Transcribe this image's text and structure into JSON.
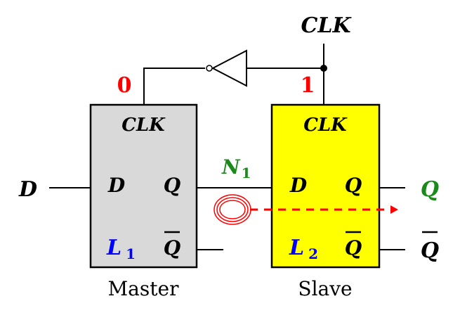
{
  "clock_label": "CLK",
  "master": {
    "name": "Master",
    "clk": "CLK",
    "d": "D",
    "q": "Q",
    "qbar": "Q",
    "latch": "L",
    "latch_sub": "1",
    "clk_value": "0",
    "fill": "#d9d9d9"
  },
  "slave": {
    "name": "Slave",
    "clk": "CLK",
    "d": "D",
    "q": "Q",
    "qbar": "Q",
    "latch": "L",
    "latch_sub": "2",
    "clk_value": "1",
    "fill": "#ffff00"
  },
  "input_label": "D",
  "node": {
    "label": "N",
    "sub": "1"
  },
  "outputs": {
    "q": "Q",
    "qbar": "Q"
  },
  "colors": {
    "value": "#ff0000",
    "node": "#1a8a1a",
    "latch": "#0000ff",
    "path": "#ff0000"
  }
}
